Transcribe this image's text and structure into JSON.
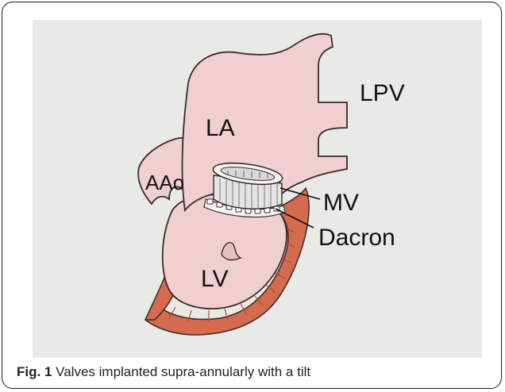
{
  "figure": {
    "labels": {
      "la": "LA",
      "lpv": "LPV",
      "aao": "AAo",
      "mv": "MV",
      "dacron": "Dacron",
      "lv": "LV"
    },
    "caption": {
      "lead": "Fig. 1",
      "text": "Valves implanted supra-annularly with a tilt"
    },
    "colors": {
      "tissue": "#efcfd0",
      "tissue_outline": "#3a2a2a",
      "muscle": "#d46a4e",
      "background": "#e9e9e5"
    }
  }
}
